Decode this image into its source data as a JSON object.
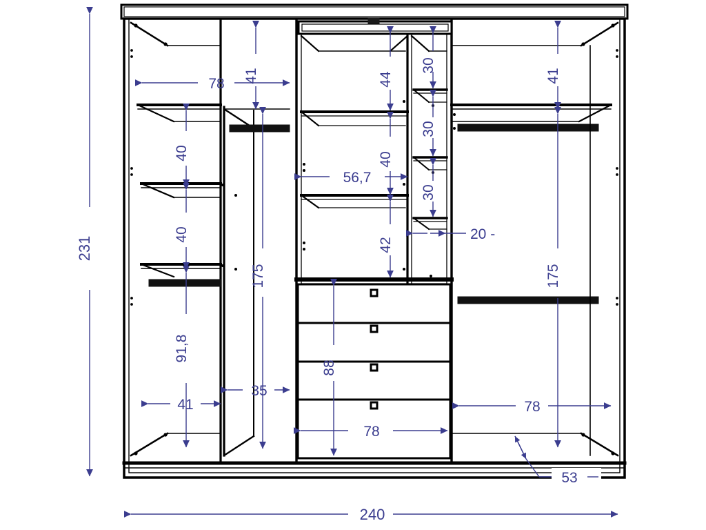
{
  "drawing": {
    "type": "wardrobe-elevation-technical-drawing",
    "units": "cm",
    "line_color_structure": "#000000",
    "line_color_dimension": "#3b3d8f",
    "background": "#ffffff"
  },
  "overall": {
    "height_label": "231",
    "width_label": "240"
  },
  "left_section": {
    "top_shelf_gap_label": "78",
    "top_height_label": "41",
    "shelf_gap_1_label": "40",
    "shelf_gap_2_label": "40",
    "hanging_height_label": "91,8",
    "bottom_width_label": "41"
  },
  "mid_narrow_section": {
    "hanging_height_label": "175",
    "width_label": "35"
  },
  "center_section": {
    "top_compartment_label": "44",
    "mid_compartment_label": "40",
    "lower_compartment_label": "42",
    "inner_width_label": "56,7",
    "drawer_block_height_label": "88",
    "drawer_block_width_label": "78",
    "drawer_count": 4
  },
  "narrow_column_section": {
    "shelf_gap_1_label": "30",
    "shelf_gap_2_label": "30",
    "shelf_gap_3_label": "30",
    "depth_label": "20 -"
  },
  "right_section": {
    "top_height_label": "41",
    "hanging_height_label": "175",
    "bottom_width_label": "78",
    "plinth_label": "53"
  },
  "labels": {
    "h231": "231",
    "w240": "240",
    "l78": "78",
    "l41a": "41",
    "l40a": "40",
    "l40b": "40",
    "l918": "91,8",
    "l41b": "41",
    "l175a": "175",
    "l35": "35",
    "l44": "44",
    "l40c": "40",
    "l567": "56,7",
    "l42": "42",
    "l88": "88",
    "l78b": "78",
    "l30a": "30",
    "l30b": "30",
    "l30c": "30",
    "l20": "20 -",
    "l41c": "41",
    "l175b": "175",
    "l78c": "78",
    "l53": "53"
  }
}
